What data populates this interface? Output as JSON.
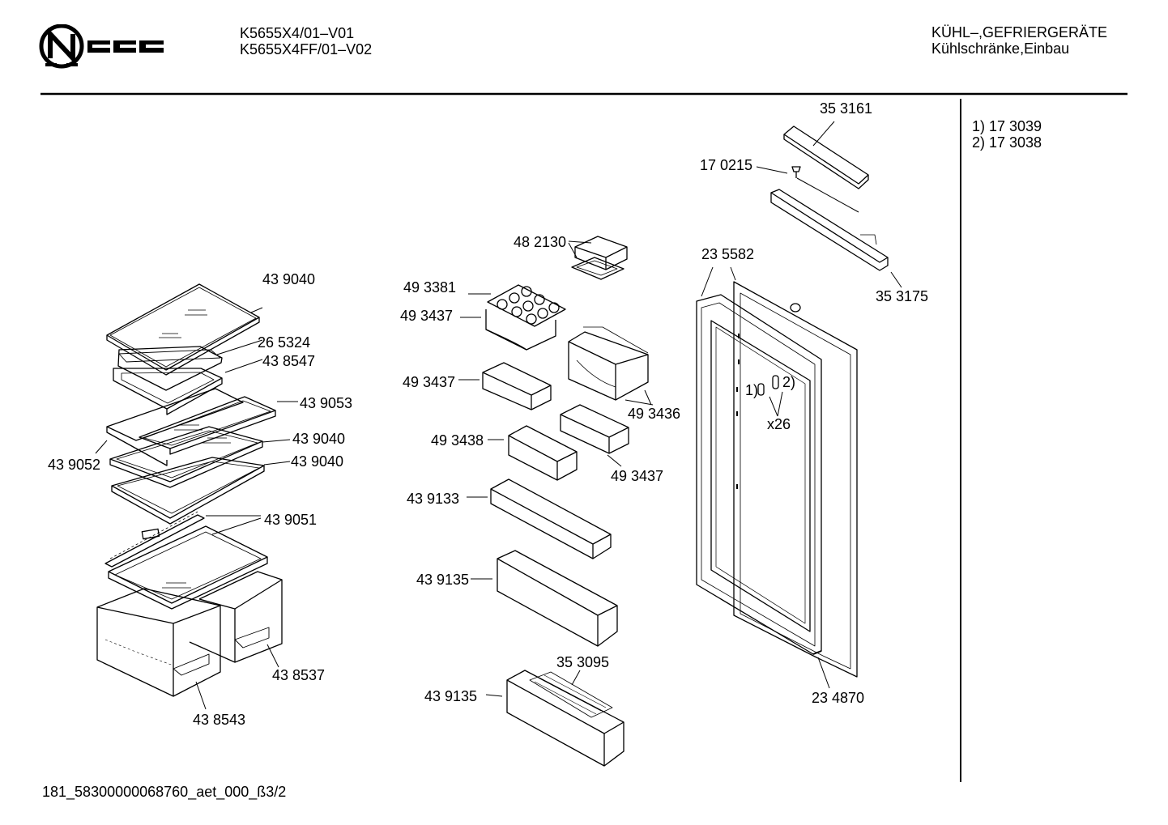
{
  "header": {
    "models": [
      "K5655X4/01–V01",
      "K5655X4FF/01–V02"
    ],
    "category": "KÜHL–,GEFRIERGERÄTE",
    "subcategory": "Kühlschränke,Einbau",
    "brand_logo": "NEFF"
  },
  "legend": [
    "1) 17 3039",
    "2) 17 3038"
  ],
  "footer": "181_58300000068760_aet_000_ß3/2",
  "labels": {
    "p353161": "35 3161",
    "p170215": "17 0215",
    "p353175": "35 3175",
    "p235582": "23 5582",
    "p482130": "48 2130",
    "p493381": "49 3381",
    "p493437a": "49 3437",
    "p439040a": "43 9040",
    "p265324": "26 5324",
    "p438547": "43 8547",
    "p439053": "43 9053",
    "p439040b": "43 9040",
    "p439040c": "43 9040",
    "p439052": "43 9052",
    "p493437b": "49 3437",
    "p493436": "49 3436",
    "p493438": "49 3438",
    "p493437c": "49 3437",
    "p439133": "43 9133",
    "p439051": "43 9051",
    "p439135a": "43 9135",
    "p353095": "35 3095",
    "p439135b": "43 9135",
    "p438537": "43 8537",
    "p438543": "43 8543",
    "p234870": "23 4870",
    "m1": "1)",
    "m2": "2)",
    "x26": "x26"
  }
}
